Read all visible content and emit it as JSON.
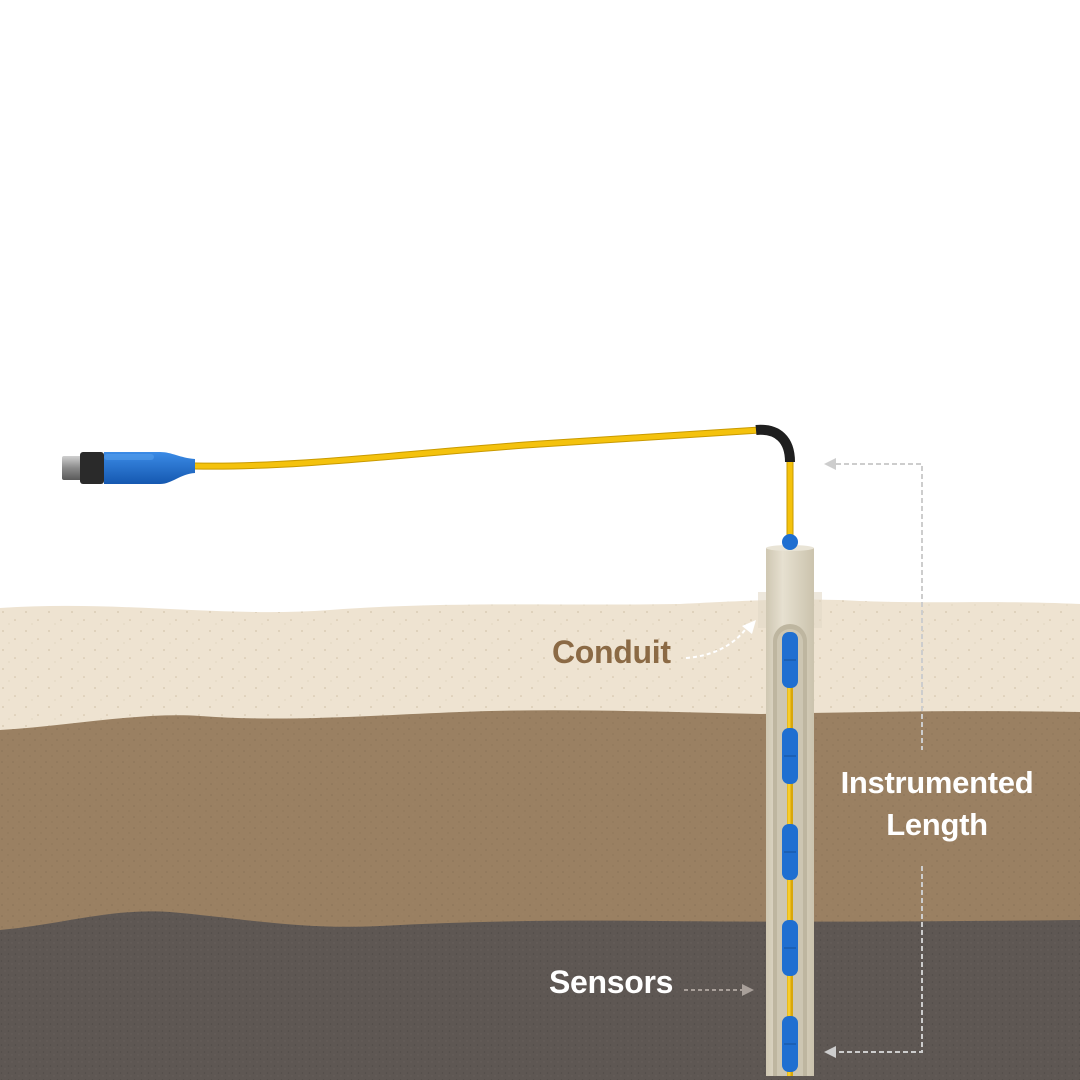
{
  "labels": {
    "conduit": "Conduit",
    "sensors": "Sensors",
    "instrumented_line1": "Instrumented",
    "instrumented_line2": "Length"
  },
  "colors": {
    "sky": "#ffffff",
    "soil_top": "#eee3d1",
    "soil_middle": "#9a8062",
    "soil_bottom": "#5e5753",
    "conduit": "#d9d2bf",
    "cable": "#f4c20d",
    "sensor": "#1f6fd1",
    "connector_body": "#1d6fd0",
    "label_brown": "#8b6a45",
    "label_white": "#ffffff",
    "arrow": "#c8c8c8"
  },
  "icons": {
    "connector": "cable-connector-icon",
    "sensor": "sensor-node-icon"
  },
  "sensor_count": 5
}
